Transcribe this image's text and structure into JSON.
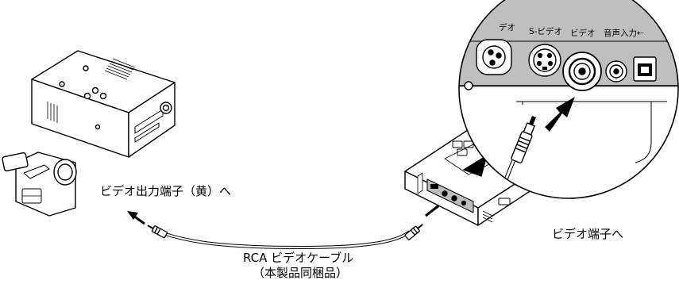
{
  "labels": {
    "source_output": "ビデオ出力端子（黄）へ",
    "projector_input": "ビデオ端子へ",
    "cable_name": "RCA ビデオケーブル",
    "cable_note": "（本製品同梱品）"
  },
  "port_panel": {
    "ports": [
      "デオ",
      "S-ビデオ",
      "ビデオ",
      "音声入力"
    ],
    "usb_symbol": "⇠"
  }
}
